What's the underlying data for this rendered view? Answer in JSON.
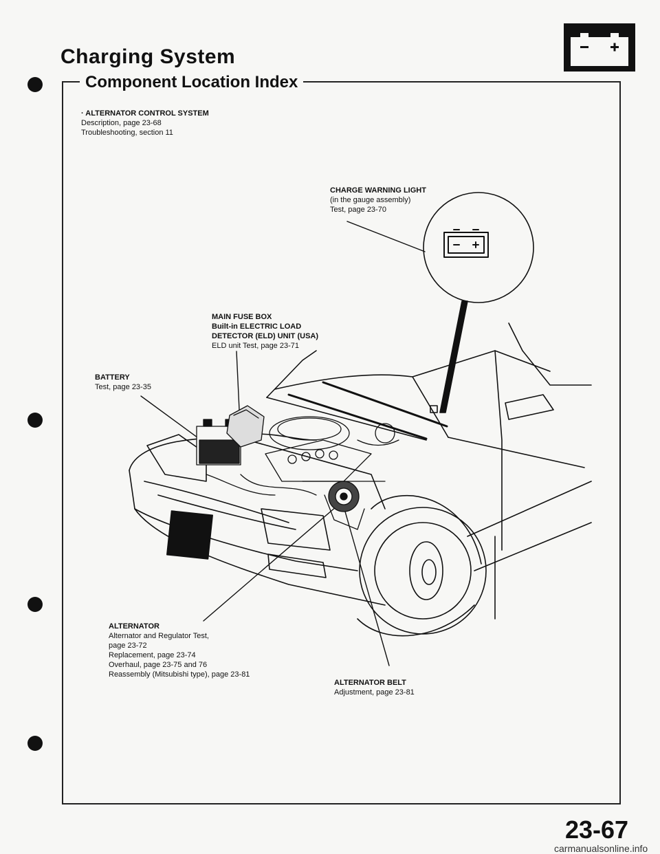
{
  "header": {
    "title": "Charging System",
    "icon": "battery-icon"
  },
  "section": {
    "title": "Component Location Index"
  },
  "intro": {
    "heading": "· ALTERNATOR CONTROL SYSTEM",
    "line1": "Description, page 23-68",
    "line2": "Troubleshooting, section 11"
  },
  "callouts": {
    "charge_light": {
      "title": "CHARGE WARNING LIGHT",
      "line1": "(in the gauge assembly)",
      "line2": "Test, page 23-70"
    },
    "fuse_box": {
      "line1": "MAIN FUSE BOX",
      "line2": "Built-in ELECTRIC LOAD",
      "line3": "DETECTOR (ELD) UNIT (USA)",
      "line4": "ELD unit Test, page 23-71"
    },
    "battery": {
      "title": "BATTERY",
      "line1": "Test, page 23-35"
    },
    "alternator": {
      "title": "ALTERNATOR",
      "line1": "Alternator and Regulator Test,",
      "line2": "page 23-72",
      "line3": "Replacement, page 23-74",
      "line4": "Overhaul, page 23-75 and 76",
      "line5": "Reassembly (Mitsubishi type), page 23-81"
    },
    "belt": {
      "title": "ALTERNATOR BELT",
      "line1": "Adjustment, page 23-81"
    }
  },
  "footer": {
    "page_number": "23-67",
    "watermark": "carmanualsonline.info"
  }
}
